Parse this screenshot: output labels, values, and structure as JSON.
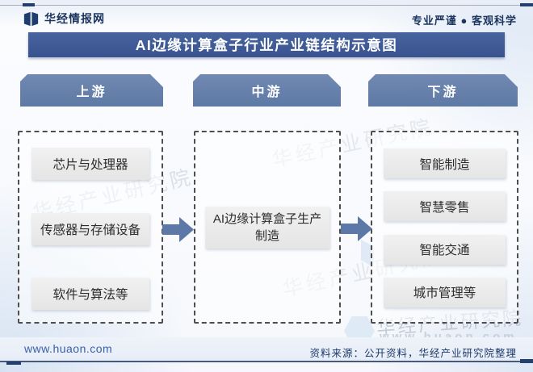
{
  "header": {
    "logo_text": "华经情报网",
    "tagline": "专业严谨 ● 客观科学",
    "title": "AI边缘计算盒子行业产业链结构示意图"
  },
  "chain": {
    "upstream": {
      "label": "上游",
      "items": [
        "芯片与处理器",
        "传感器与存储设备",
        "软件与算法等"
      ]
    },
    "midstream": {
      "label": "中游",
      "items": [
        "AI边缘计算盒子生产制造"
      ]
    },
    "downstream": {
      "label": "下游",
      "items": [
        "智能制造",
        "智慧零售",
        "智能交通",
        "城市管理等"
      ]
    }
  },
  "watermark": {
    "org": "华经产业研究院",
    "site": "www.huaon.com"
  },
  "footer": {
    "website": "www.huaon.com",
    "source": "资料来源：公开资料，华经产业研究院整理"
  },
  "icons": [
    "huajing-logo-icon",
    "arrow-right-icon"
  ],
  "colors": {
    "title_bar": "#3d5b99",
    "column_header": "#647ea9",
    "arrow": "#5c78a7",
    "item_box": "#ebebeb",
    "dashed_border": "#4e4e4e",
    "accent_navy": "#1d3a6a",
    "link_blue": "#3760ab",
    "watermark_gray": "#9aa6b8"
  }
}
